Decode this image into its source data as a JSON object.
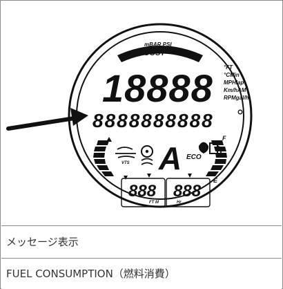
{
  "gauge": {
    "units_top": "mBAR PSI",
    "boost": "BOOST",
    "main_digits": "18888",
    "units_right": [
      "°FT",
      "°CMin",
      "MPHlap",
      "Km/hAM",
      "RPMgal/h"
    ],
    "message_segments": "8888888888",
    "mode_char": "A",
    "vts": "VTS",
    "eco": "ECO",
    "left_small": "888",
    "left_small_unit": "FT M",
    "right_small": "888",
    "right_small_unit": "Hr",
    "fuel_full": "F",
    "fuel_empty": "E"
  },
  "table": {
    "row1": "メッセージ表示",
    "row2": "FUEL CONSUMPTION（燃料消費）"
  }
}
